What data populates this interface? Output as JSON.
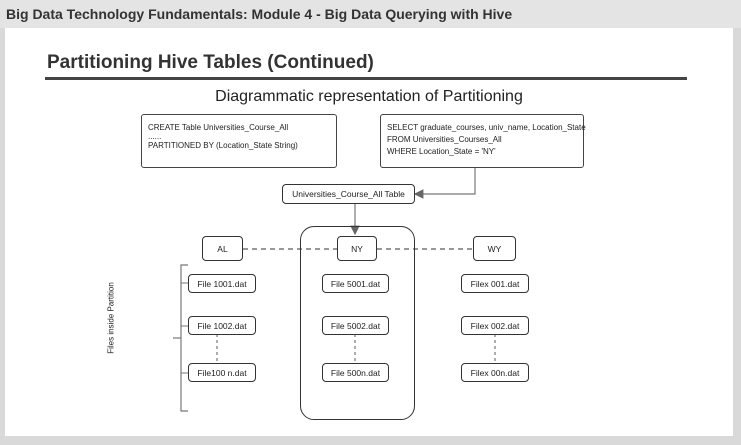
{
  "header": {
    "title": "Big Data Technology Fundamentals: Module 4 - Big Data Querying with Hive"
  },
  "slide": {
    "title": "Partitioning Hive Tables (Continued)",
    "diagram_title": "Diagrammatic representation of Partitioning",
    "create_box": {
      "line1": "CREATE Table Universities_Course_All",
      "line2": "......",
      "line3": "PARTITIONED BY (Location_State String)"
    },
    "select_box": {
      "line1": "SELECT graduate_courses, univ_name, Location_State",
      "line2": "FROM Universities_Courses_All",
      "line3": "WHERE Location_State = 'NY'"
    },
    "table_node": "Universities_Course_All Table",
    "partitions": {
      "al": "AL",
      "ny": "NY",
      "wy": "WY"
    },
    "files": {
      "al": [
        "File 1001.dat",
        "File 1002.dat",
        "File100 n.dat"
      ],
      "ny": [
        "File 5001.dat",
        "File 5002.dat",
        "File 500n.dat"
      ],
      "wy": [
        "Filex 001.dat",
        "Filex 002.dat",
        "Filex 00n.dat"
      ]
    },
    "side_label": "Files inside Partition"
  },
  "colors": {
    "background": "#d9d9d9",
    "slide": "#ffffff",
    "line": "#555555",
    "text": "#222222"
  }
}
